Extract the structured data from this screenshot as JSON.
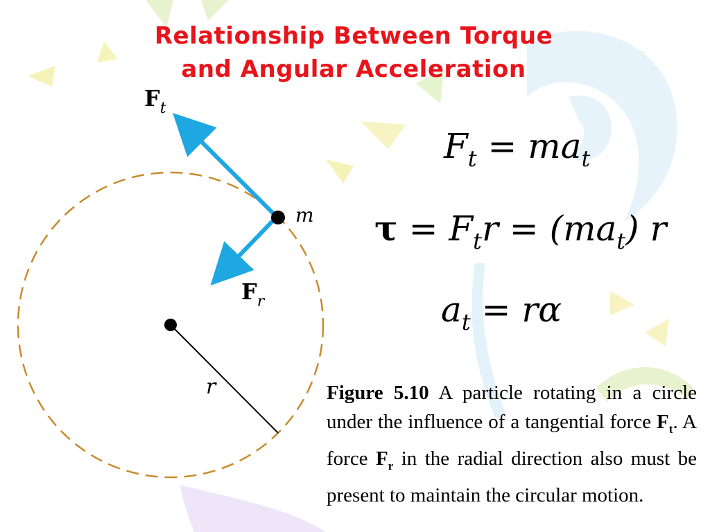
{
  "title": {
    "line1": "Relationship Between Torque",
    "line2": "and Angular Acceleration"
  },
  "diagram": {
    "ft_label": "F",
    "ft_sub": "t",
    "fr_label": "F",
    "fr_sub": "r",
    "mass_label": "m",
    "radius_label": "r"
  },
  "equations": {
    "eq1": {
      "lhs": "F",
      "lhs_sub": "t",
      "op": "=",
      "rhs": "ma",
      "rhs_sub": "t"
    },
    "eq2": {
      "lhs": "τ",
      "op": "=",
      "mid": "F",
      "mid_sub": "t",
      "mid_tail": "r",
      "op2": "=",
      "rhs_open": "(ma",
      "rhs_sub": "t",
      "rhs_close": ") r"
    },
    "eq3": {
      "lhs": "a",
      "lhs_sub": "t",
      "op": "=",
      "rhs": "rα"
    }
  },
  "caption": {
    "fig_label": "Figure 5.10",
    "text1": " A particle rotating in a circle under the influence of a tangential force ",
    "ft_bold": "F",
    "ft_sub": "t",
    "text2": ". A force ",
    "fr_bold": "F",
    "fr_sub": "r",
    "text3": " in the radial direction also must be present to maintain the circular motion."
  },
  "colors": {
    "title": "#e8141b",
    "arrow": "#1ea7e1",
    "circle": "#c98a2e"
  }
}
